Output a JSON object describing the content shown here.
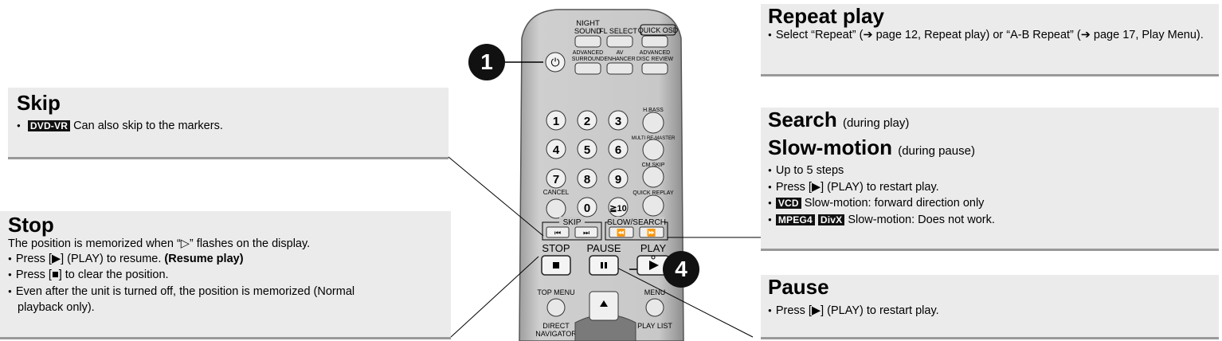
{
  "skip": {
    "title": "Skip",
    "tag": "DVD-VR",
    "text": "Can also skip to the markers."
  },
  "stop": {
    "title": "Stop",
    "intro": "The position is memorized when “▷” flashes on the display.",
    "b1": "Press [▶] (PLAY) to resume.",
    "b1_bold": "(Resume play)",
    "b2": "Press [■] to clear the position.",
    "b3": "Even after the unit is turned off, the position is memorized (Normal playback only)."
  },
  "repeat": {
    "title": "Repeat play",
    "text": "Select “Repeat” (➔ page 12, Repeat play) or “A-B Repeat” (➔ page 17, Play Menu)."
  },
  "search": {
    "title": "Search",
    "title_sub": "(during play)",
    "title2": "Slow-motion",
    "title2_sub": "(during pause)",
    "b1": "Up to 5 steps",
    "b2": "Press [▶] (PLAY) to restart play.",
    "b3_tag": "VCD",
    "b3": "Slow-motion: forward direction only",
    "b4_tag1": "MPEG4",
    "b4_tag2": "DivX",
    "b4": "Slow-motion: Does not work."
  },
  "pause": {
    "title": "Pause",
    "text": "Press [▶] (PLAY) to restart play."
  },
  "callouts": {
    "one": "1",
    "four": "4"
  },
  "remote": {
    "night_sound": [
      "NIGHT",
      "SOUND"
    ],
    "fl_select": "FL SELECT",
    "quick_osd": "QUICK OSD",
    "advanced_surround": [
      "ADVANCED",
      "SURROUND"
    ],
    "av_enhancer": [
      "AV",
      "ENHANCER"
    ],
    "advanced_disc_review": [
      "ADVANCED",
      "DISC REVIEW"
    ],
    "h_bass": "H.BASS",
    "multi_re_master": "MULTI RE-MASTER",
    "cm_skip": "CM SKIP",
    "cancel": "CANCEL",
    "quick_replay": "QUICK REPLAY",
    "digits": [
      "1",
      "2",
      "3",
      "4",
      "5",
      "6",
      "7",
      "8",
      "9",
      "0",
      "≧10"
    ],
    "skip": "SKIP",
    "slow_search": "SLOW/SEARCH",
    "stop": "STOP",
    "pause": "PAUSE",
    "play": "PLAY",
    "top_menu": "TOP MENU",
    "menu": "MENU",
    "direct_navigator": [
      "DIRECT",
      "NAVIGATOR"
    ],
    "play_list": "PLAY LIST"
  },
  "colors": {
    "panel": "#ebebeb",
    "remote_body": "#c4c4c4",
    "callout": "#111111"
  }
}
